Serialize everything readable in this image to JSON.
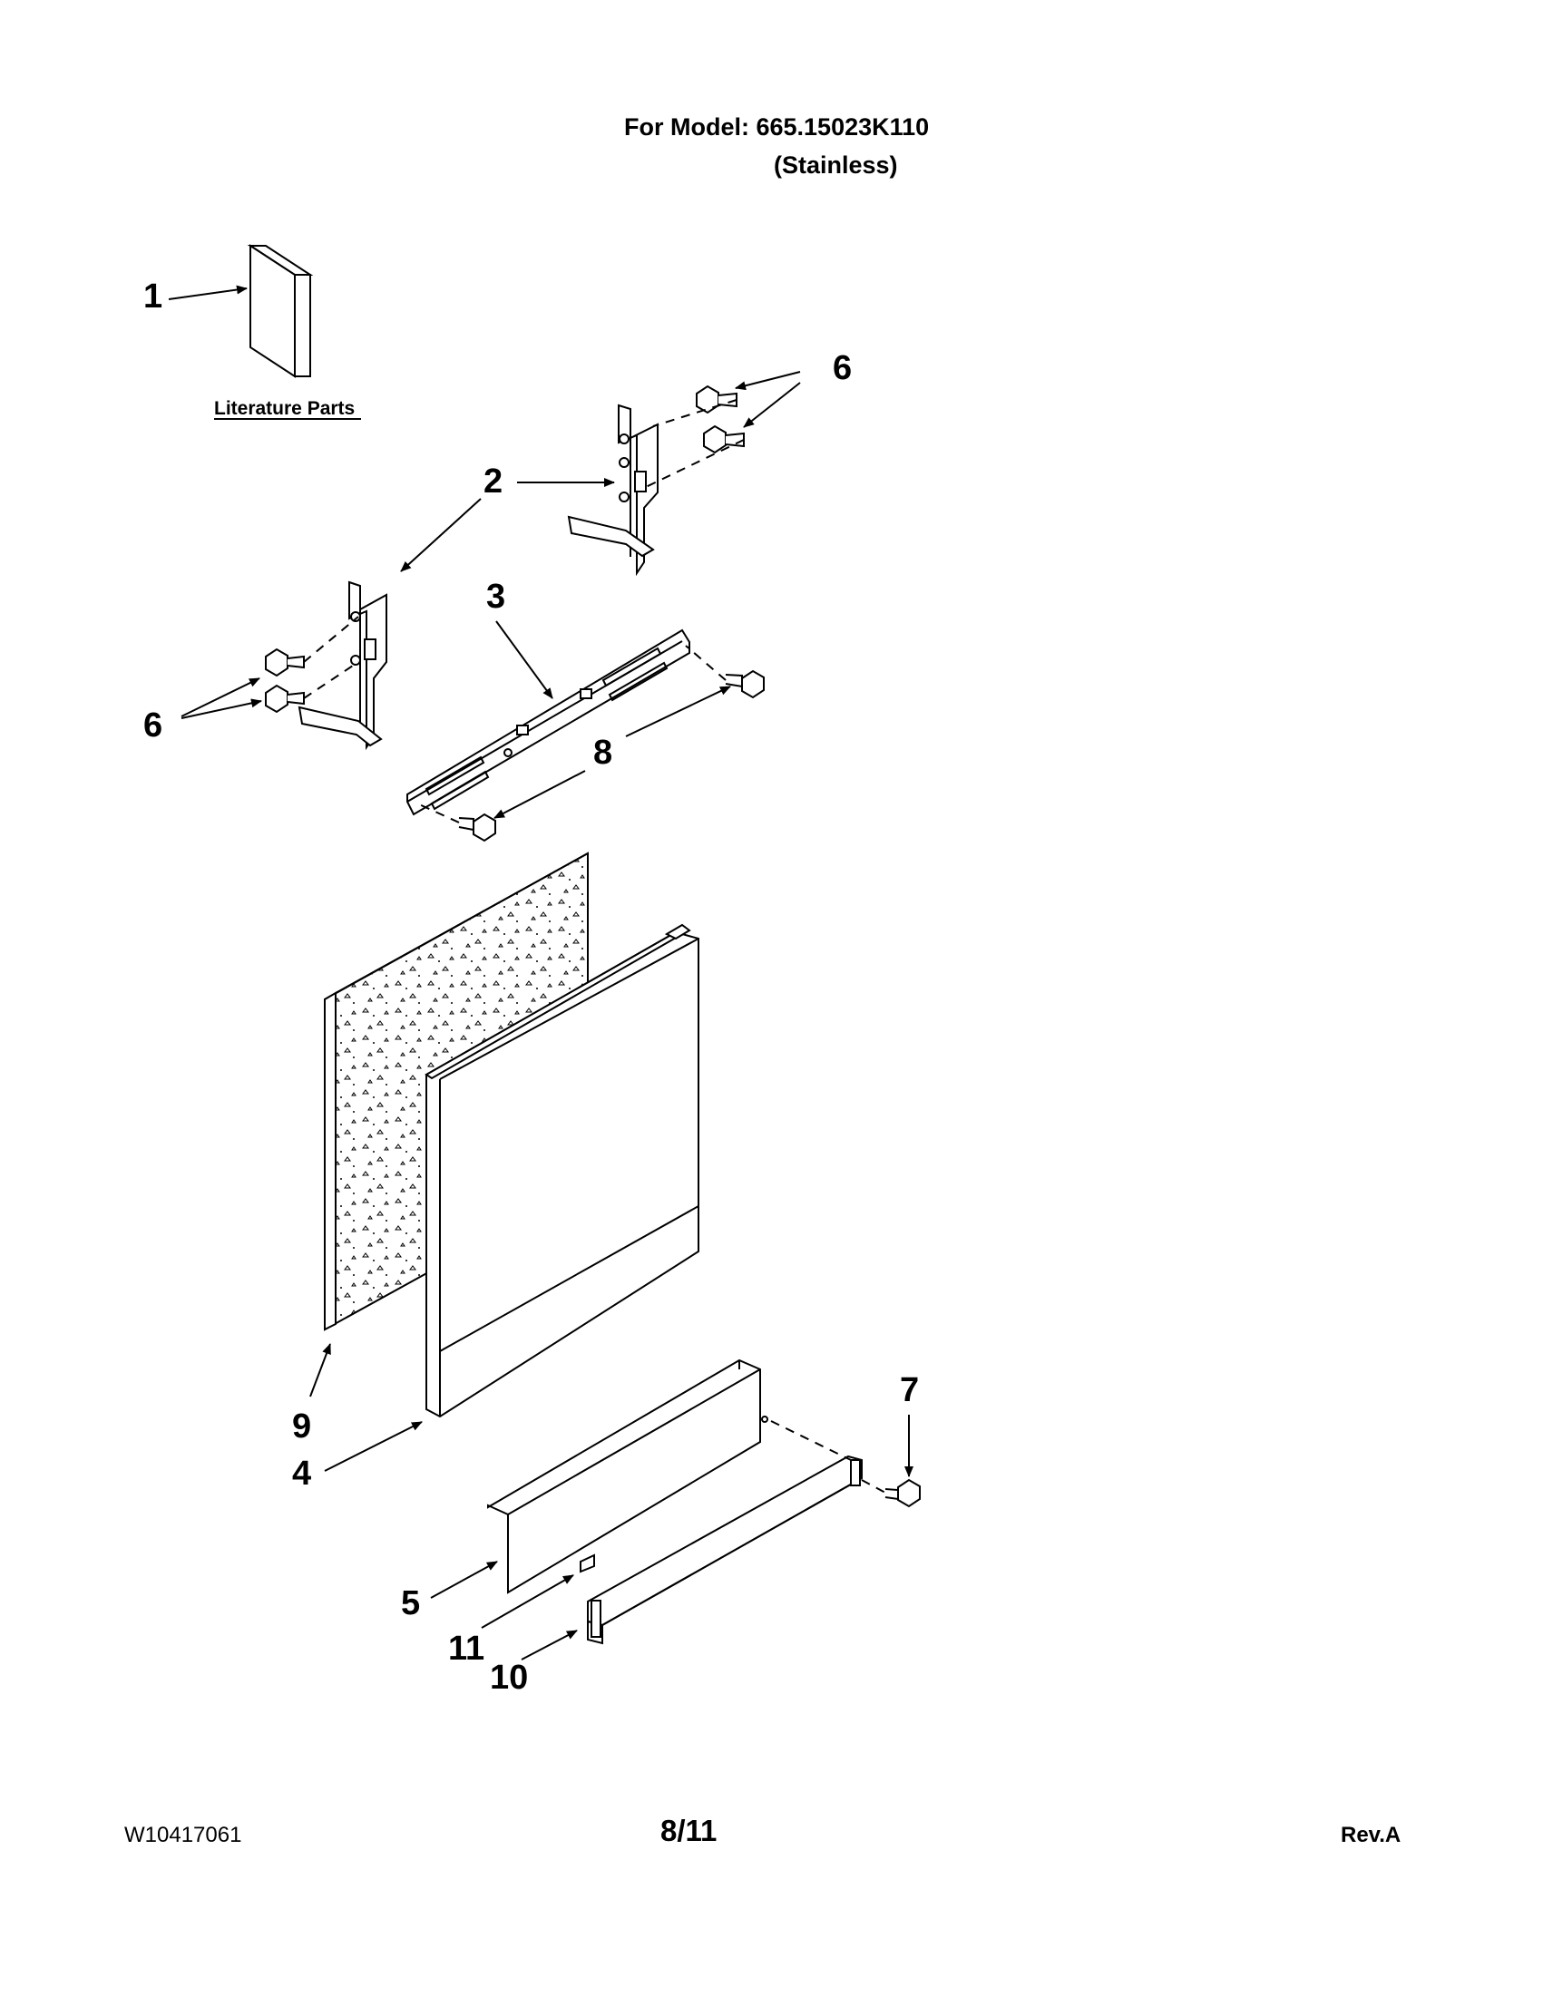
{
  "header": {
    "model_line": "For Model: 665.15023K110",
    "variant_line": "(Stainless)"
  },
  "diagram": {
    "literature_label": "Literature Parts",
    "callouts": {
      "c1": "1",
      "c2": "2",
      "c3": "3",
      "c4": "4",
      "c5": "5",
      "c6": "6",
      "c7": "7",
      "c8": "8",
      "c9": "9",
      "c10": "10",
      "c11": "11"
    }
  },
  "footer": {
    "doc_number": "W10417061",
    "page": "8/11",
    "revision": "Rev.A"
  }
}
